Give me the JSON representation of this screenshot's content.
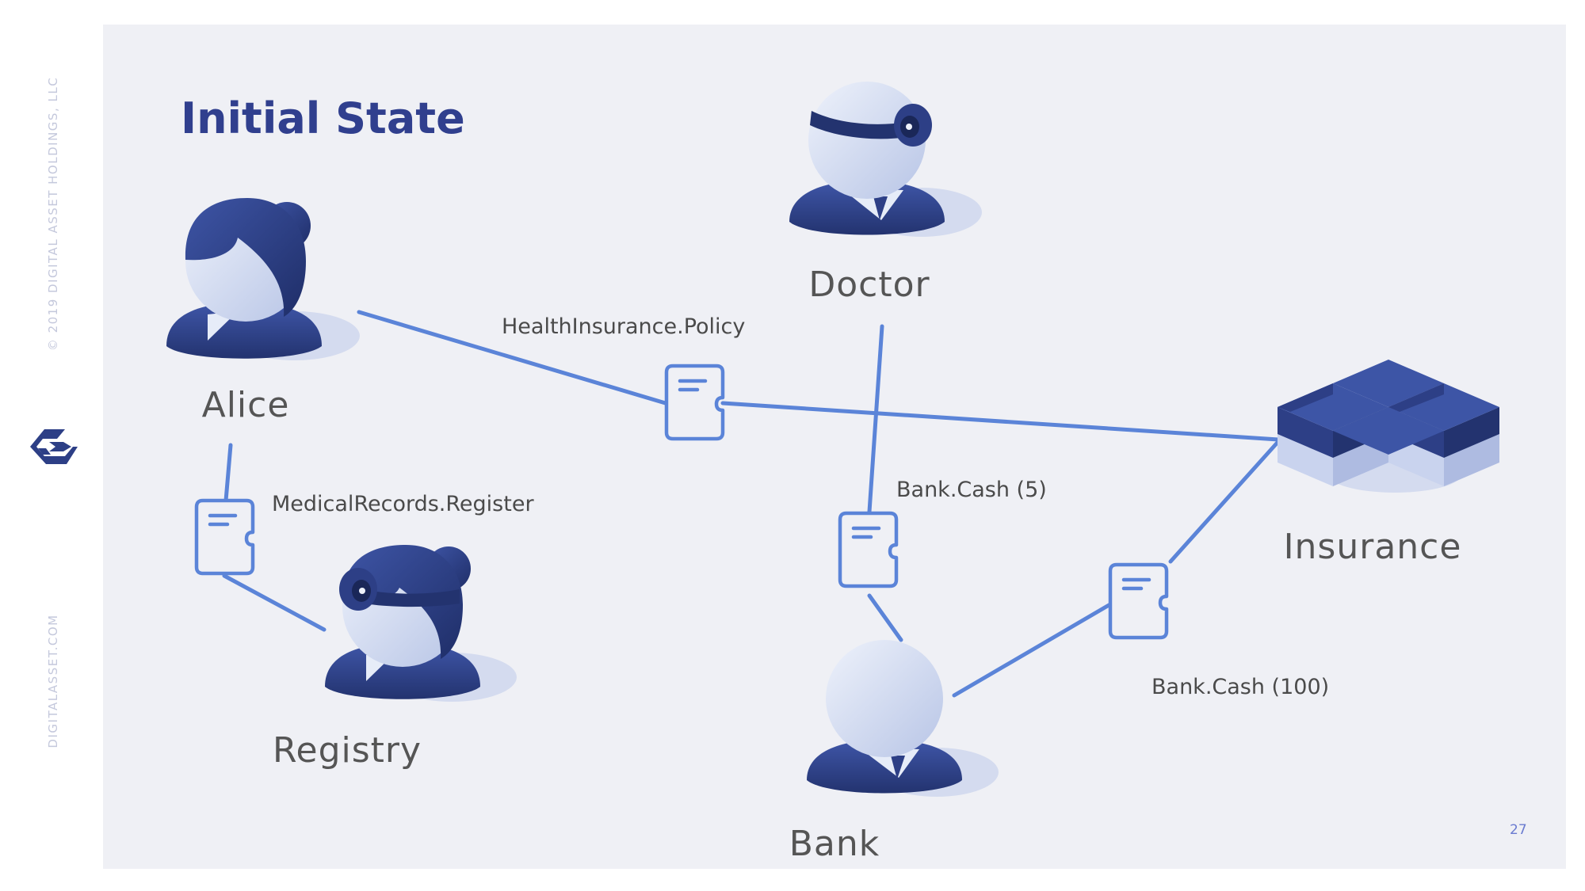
{
  "slide": {
    "title": "Initial State",
    "copyright": "© 2019 DIGITAL ASSET HOLDINGS, LLC",
    "website": "DIGITALASSET.COM",
    "page_number": "27"
  },
  "nodes": {
    "alice": "Alice",
    "doctor": "Doctor",
    "registry": "Registry",
    "bank": "Bank",
    "insurance": "Insurance"
  },
  "contracts": {
    "health_policy": "HealthInsurance.Policy",
    "medical_register": "MedicalRecords.Register",
    "bank_cash_small": "Bank.Cash (5)",
    "bank_cash_large": "Bank.Cash (100)"
  },
  "colors": {
    "accent_line": "#5b84d8",
    "navy": "#2d3f86",
    "title": "#303f8e",
    "face": "#dde5f5",
    "panel": "#eff0f5"
  }
}
